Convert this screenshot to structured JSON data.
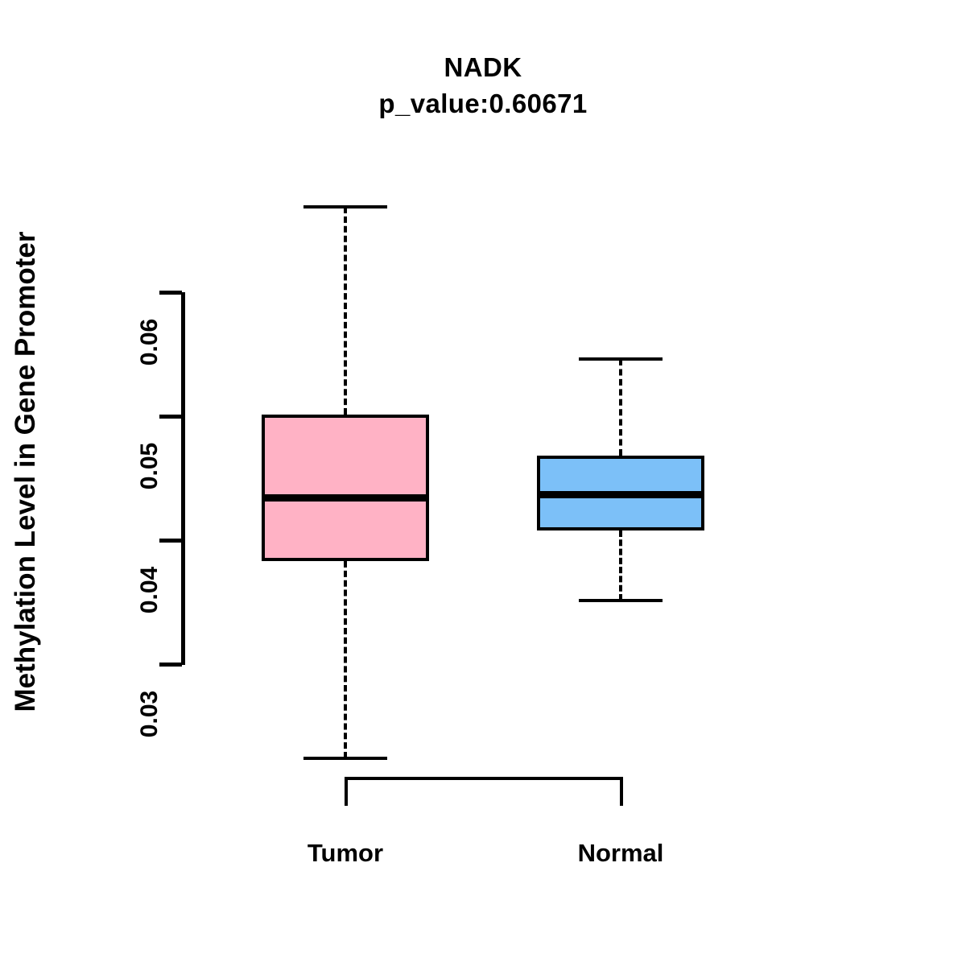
{
  "chart_data": {
    "type": "box",
    "title": "NADK",
    "subtitle": "p_value:0.60671",
    "xlabel": "",
    "ylabel": "Methylation Level in Gene Promoter",
    "ylim": [
      0.0205,
      0.0675
    ],
    "grid": false,
    "legend": "none",
    "yticks": [
      {
        "value": 0.06,
        "label": "0.06"
      },
      {
        "value": 0.05,
        "label": "0.05"
      },
      {
        "value": 0.04,
        "label": "0.04"
      },
      {
        "value": 0.03,
        "label": "0.03"
      }
    ],
    "categories": [
      "Tumor",
      "Normal"
    ],
    "boxes": [
      {
        "name": "Tumor",
        "color": "#FFB2C5",
        "whisker_low": 0.0224,
        "q1": 0.0383,
        "median": 0.0434,
        "q3": 0.0501,
        "whisker_high": 0.0669
      },
      {
        "name": "Normal",
        "color": "#7CC0F8",
        "whisker_low": 0.0351,
        "q1": 0.0408,
        "median": 0.0437,
        "q3": 0.0468,
        "whisker_high": 0.0546
      }
    ]
  },
  "colors": {
    "tumor": "#FFB2C5",
    "normal": "#7CC0F8",
    "foreground": "#000000",
    "background": "#FFFFFF"
  }
}
